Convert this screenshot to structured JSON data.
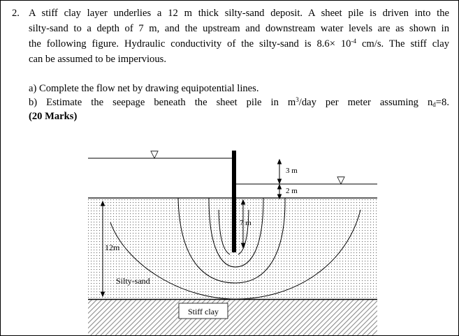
{
  "question": {
    "number": "2.",
    "statement_lines": [
      "A stiff clay layer underlies a 12 m thick silty-sand deposit. A sheet pile is driven into the",
      "silty-sand to a depth of 7 m, and the upstream and downstream water levels are as shown in",
      "the following figure. Hydraulic conductivity of the silty-sand is 8.6× 10",
      "can be assumed to be impervious."
    ],
    "conductivity_exponent": "-4",
    "statement_line3_tail": " cm/s. The stiff clay",
    "part_a": "a) Complete the flow net by drawing equipotential lines.",
    "part_b_prefix": "b) Estimate the seepage beneath the sheet pile in m",
    "part_b_sup": "3",
    "part_b_mid": "/day per meter assuming n",
    "part_b_sub": "d",
    "part_b_suffix": "=8.",
    "marks": "(20 Marks)"
  },
  "figure": {
    "label_upstream_head": "3 m",
    "label_downstream_head": "2 m",
    "label_pile_depth": "7 m",
    "label_layer_thickness": "12m",
    "label_silty_sand": "Silty-sand",
    "label_stiff_clay": "Stiff clay",
    "water_surface_symbol": "▽",
    "colors": {
      "ink": "#000000",
      "sand_dots": "#6b6b6b",
      "clay_hatch": "#8c8c8c",
      "box_fill": "#ffffff"
    }
  }
}
